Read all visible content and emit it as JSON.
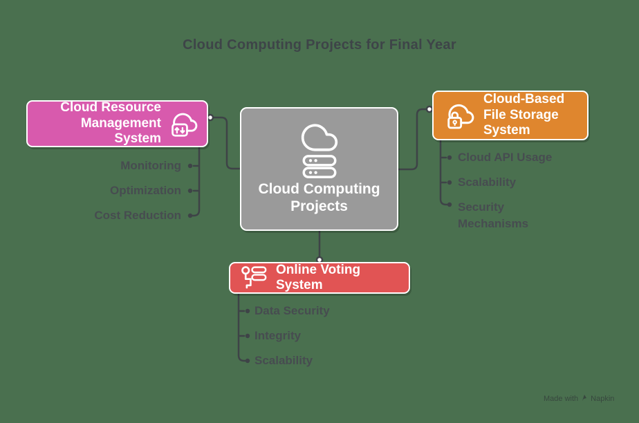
{
  "title": "Cloud Computing Projects for Final Year",
  "center": {
    "label": "Cloud Computing Projects",
    "icon": "cloud-servers-icon"
  },
  "branches": {
    "resource": {
      "label": "Cloud Resource Management System",
      "icon": "cloud-transfer-icon",
      "color": "#D85AAD",
      "items": [
        "Monitoring",
        "Optimization",
        "Cost Reduction"
      ]
    },
    "storage": {
      "label": "Cloud-Based File Storage System",
      "icon": "cloud-lock-icon",
      "color": "#DF862E",
      "items": [
        "Cloud API Usage",
        "Scalability",
        "Security Mechanisms"
      ]
    },
    "voting": {
      "label": "Online Voting System",
      "icon": "voting-flow-icon",
      "color": "#E15454",
      "items": [
        "Data Security",
        "Integrity",
        "Scalability"
      ]
    }
  },
  "colors": {
    "background": "#4A704F",
    "center_fill": "#9A9A9A",
    "title_text": "#3E4448",
    "sublist_text": "#474C50",
    "connector": "#3E4347",
    "node_border": "#FFFFFF"
  },
  "credit": {
    "prefix": "Made with",
    "brand": "Napkin"
  }
}
